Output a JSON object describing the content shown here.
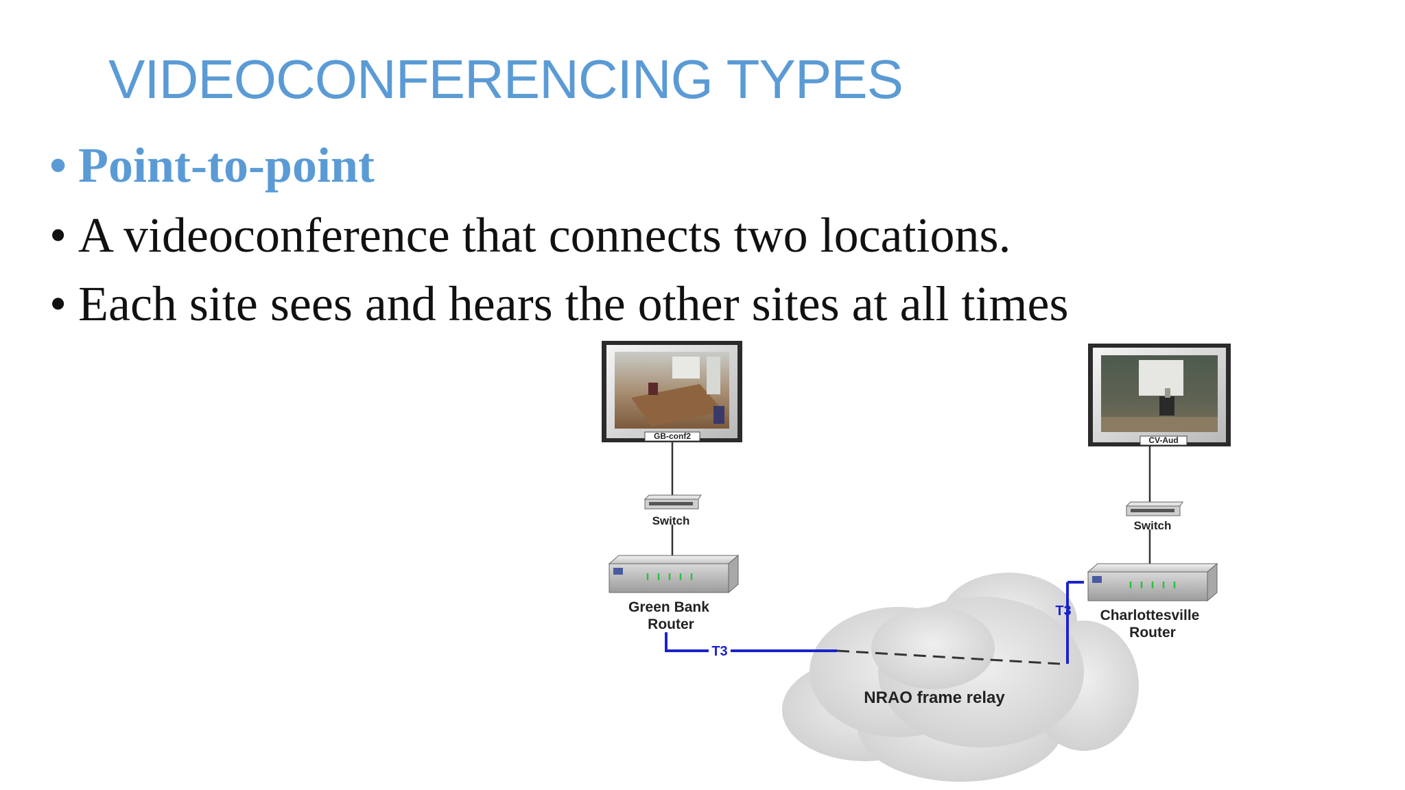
{
  "slide": {
    "title": "VIDEOCONFERENCING TYPES",
    "bullets": [
      "Point-to-point",
      "A videoconference that connects two locations.",
      "Each site sees and hears the other sites at all times"
    ]
  },
  "diagram": {
    "left_display_label": "GB-conf2",
    "right_display_label": "CV-Aud",
    "left_switch_label": "Switch",
    "right_switch_label": "Switch",
    "left_router_label_line1": "Green Bank",
    "left_router_label_line2": "Router",
    "right_router_label_line1": "Charlottesville",
    "right_router_label_line2": "Router",
    "left_link_label": "T3",
    "right_link_label": "T3",
    "cloud_label": "NRAO frame relay",
    "colors": {
      "title": "#5b9bd5",
      "link": "#1a23c9"
    }
  }
}
